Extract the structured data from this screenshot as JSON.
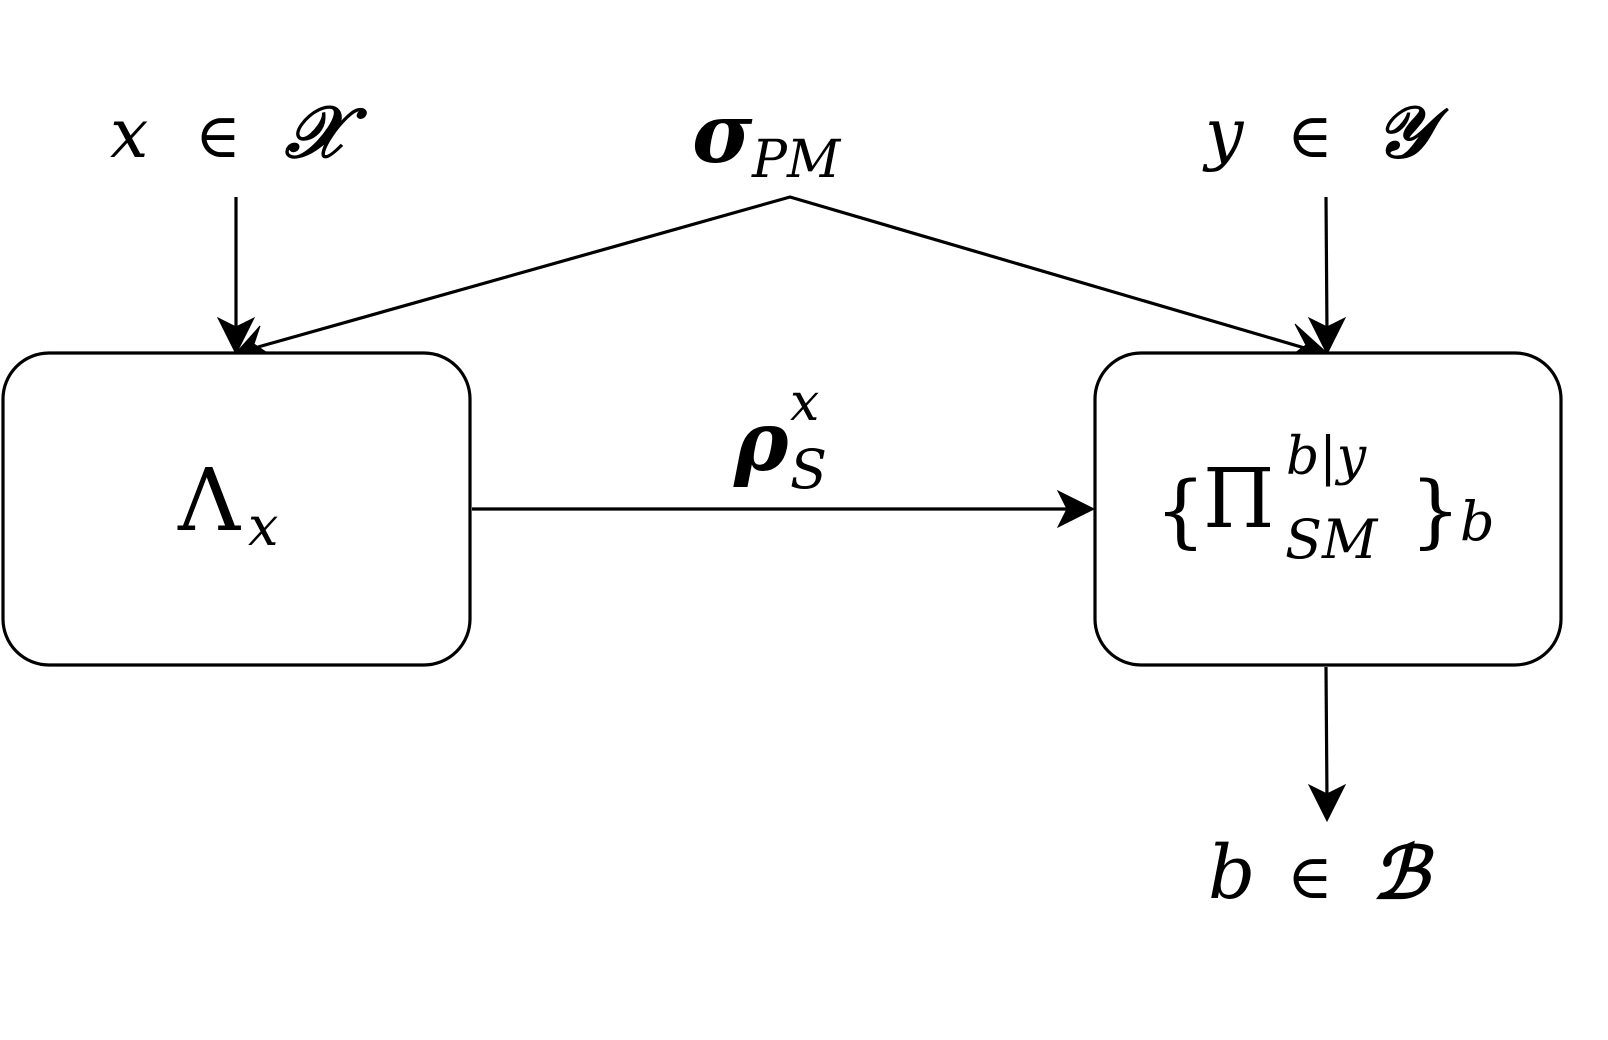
{
  "diagram": {
    "input_x": {
      "var": "x",
      "rel": "∈",
      "set": "𝒳"
    },
    "input_sigma": {
      "main": "σ",
      "sub": "PM"
    },
    "input_y": {
      "var": "y",
      "rel": "∈",
      "set": "𝒴"
    },
    "left_box": {
      "main": "Λ",
      "sub": "x"
    },
    "channel_label": {
      "main": "ρ",
      "sup": "x",
      "sub": "S"
    },
    "right_box": {
      "open": "{",
      "main": "Π",
      "sup": "b|y",
      "sub": "SM",
      "close": "}",
      "outer_sub": "b"
    },
    "output_b": {
      "var": "b",
      "rel": "∈",
      "set": "ℬ"
    }
  }
}
